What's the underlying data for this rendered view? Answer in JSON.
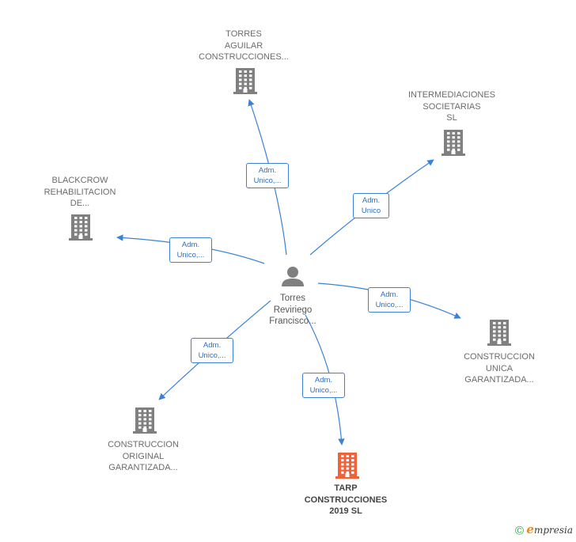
{
  "center": {
    "name_lines": [
      "Torres",
      "Reviriego",
      "Francisco..."
    ]
  },
  "companies": [
    {
      "id": "torres-aguilar",
      "lines": [
        "TORRES",
        "AGUILAR",
        "CONSTRUCCIONES..."
      ],
      "color": "#808080"
    },
    {
      "id": "intermediaciones",
      "lines": [
        "INTERMEDIACIONES",
        "SOCIETARIAS",
        "SL"
      ],
      "color": "#808080"
    },
    {
      "id": "blackcrow",
      "lines": [
        "BLACKCROW",
        "REHABILITACION",
        "DE..."
      ],
      "color": "#808080"
    },
    {
      "id": "construccion-unica",
      "lines": [
        "CONSTRUCCION",
        "UNICA",
        "GARANTIZADA..."
      ],
      "color": "#808080"
    },
    {
      "id": "construccion-original",
      "lines": [
        "CONSTRUCCION",
        "ORIGINAL",
        "GARANTIZADA..."
      ],
      "color": "#808080"
    },
    {
      "id": "tarp",
      "lines": [
        "TARP",
        "CONSTRUCCIONES",
        "2019  SL"
      ],
      "color": "#f0623a"
    }
  ],
  "relations": [
    {
      "lines": [
        "Adm.",
        "Unico,..."
      ]
    },
    {
      "lines": [
        "Adm.",
        "Unico"
      ]
    },
    {
      "lines": [
        "Adm.",
        "Unico,..."
      ]
    },
    {
      "lines": [
        "Adm.",
        "Unico,..."
      ]
    },
    {
      "lines": [
        "Adm.",
        "Unico,..."
      ]
    },
    {
      "lines": [
        "Adm.",
        "Unico,..."
      ]
    }
  ],
  "colors": {
    "edge": "#3b82d6",
    "building": "#808080",
    "highlight": "#f0623a",
    "person": "#808080"
  },
  "footer": {
    "copyright": "©",
    "brand_initial": "e",
    "brand_rest": "mpresia"
  }
}
